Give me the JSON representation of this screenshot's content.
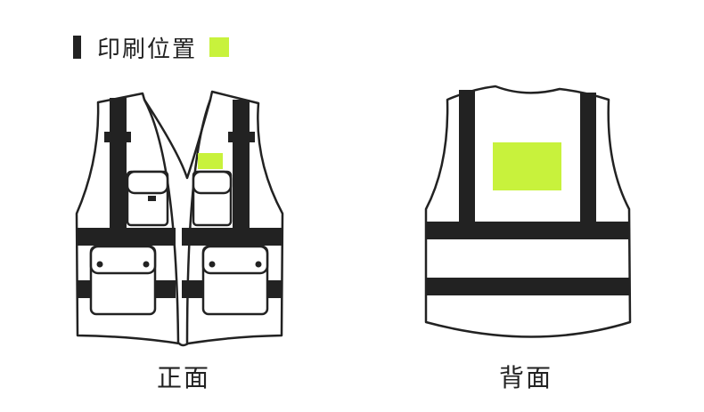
{
  "legend": {
    "title": "印刷位置",
    "swatch_color": "#c8f23c"
  },
  "views": {
    "front_label": "正面",
    "back_label": "背面"
  },
  "colors": {
    "outline": "#222222",
    "strip": "#222222",
    "print_area": "#c8f23c"
  }
}
